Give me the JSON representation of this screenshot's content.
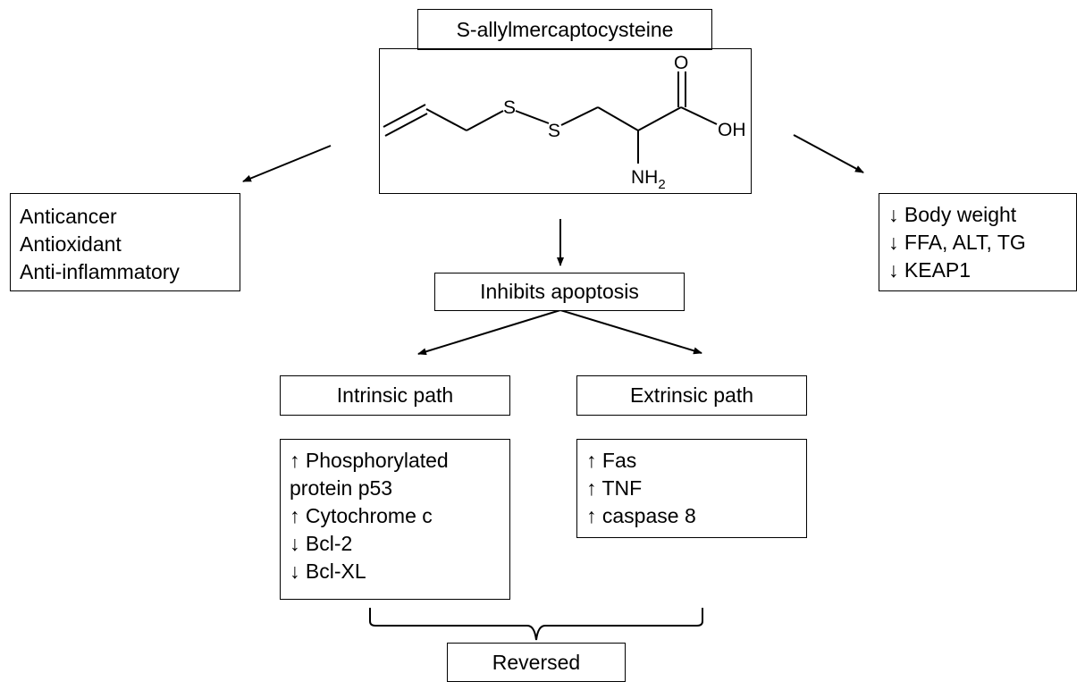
{
  "title": "S-allylmercaptocysteine",
  "molecule": {
    "atom_o": "O",
    "atom_oh": "OH",
    "atom_s1": "S",
    "atom_s2": "S",
    "atom_nh": "NH",
    "atom_nh_sub": "2"
  },
  "left_box": {
    "items": [
      "Anticancer",
      "Antioxidant",
      "Anti-inflammatory"
    ]
  },
  "right_box": {
    "items": [
      "↓ Body weight",
      "↓ FFA, ALT, TG",
      "↓ KEAP1"
    ]
  },
  "inhibits": "Inhibits apoptosis",
  "intrinsic": {
    "title": "Intrinsic path",
    "items": [
      "↑ Phosphorylated",
      "protein p53",
      "↑ Cytochrome c",
      "↓ Bcl-2",
      "↓ Bcl-XL"
    ]
  },
  "extrinsic": {
    "title": "Extrinsic path",
    "items": [
      "↑ Fas",
      "↑ TNF",
      "↑ caspase 8"
    ]
  },
  "reversed": "Reversed"
}
